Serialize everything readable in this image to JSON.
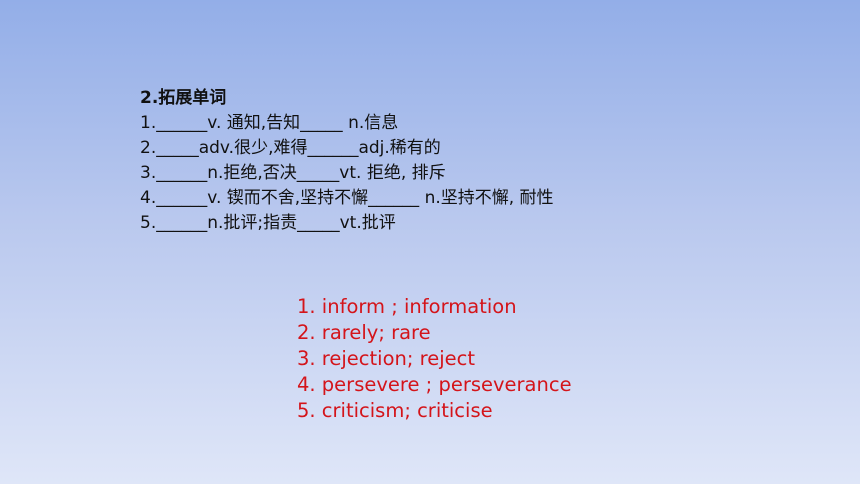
{
  "exercise": {
    "title": "2.拓展单词",
    "lines": [
      "1.______v. 通知,告知_____ n.信息",
      "2._____adv.很少,难得______adj.稀有的",
      "3.______n.拒绝,否决_____vt. 拒绝, 排斥",
      "4.______v. 锲而不舍,坚持不懈______ n.坚持不懈, 耐性",
      "5.______n.批评;指责_____vt.批评"
    ]
  },
  "answers": {
    "color": "#d4141a",
    "lines": [
      "1. inform ; information",
      "2. rarely; rare",
      "3. rejection; reject",
      "4. persevere ; perseverance",
      "5. criticism; criticise"
    ]
  }
}
